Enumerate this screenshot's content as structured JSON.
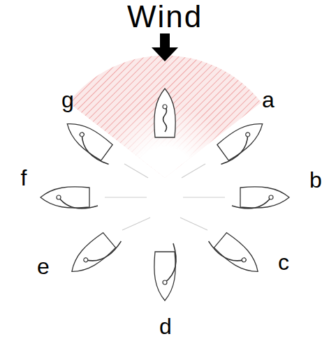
{
  "diagram": {
    "labels": [
      "Wind",
      "g",
      "a",
      "f",
      "b",
      "e",
      "c",
      "d"
    ]
  }
}
